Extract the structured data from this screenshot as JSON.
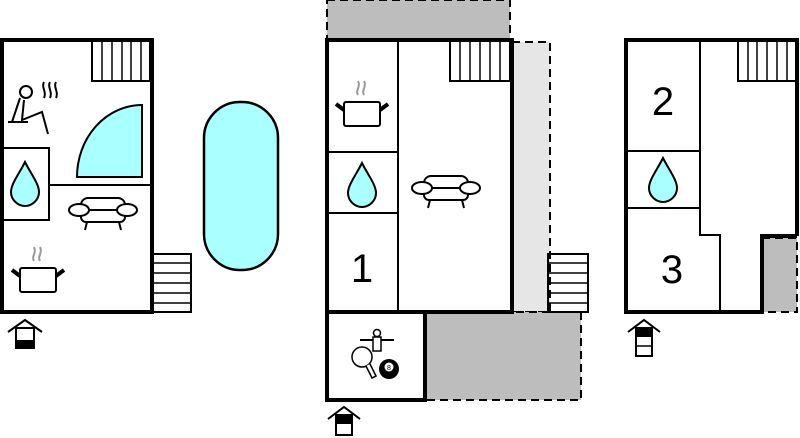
{
  "colors": {
    "water": "#aaffff",
    "terrace_dark": "#bdbdbd",
    "terrace_light": "#e6e6e6",
    "wall": "#000000"
  },
  "floors": [
    {
      "name": "ground-floor",
      "rooms": [
        "sauna",
        "whirlpool",
        "bathroom",
        "living",
        "kitchen"
      ],
      "icons": [
        "sauna-icon",
        "whirlpool-icon",
        "water-drop-icon",
        "sofa-icon",
        "cooking-pot-icon"
      ]
    },
    {
      "name": "first-floor",
      "bedroom_label": "1",
      "icons": [
        "cooking-pot-icon",
        "water-drop-icon",
        "sofa-icon",
        "game-room-icon"
      ],
      "game_ball_label": "8"
    },
    {
      "name": "second-floor",
      "bedroom_labels": [
        "2",
        "3"
      ],
      "icons": [
        "water-drop-icon"
      ]
    }
  ],
  "pool": {
    "icon": "pool"
  }
}
